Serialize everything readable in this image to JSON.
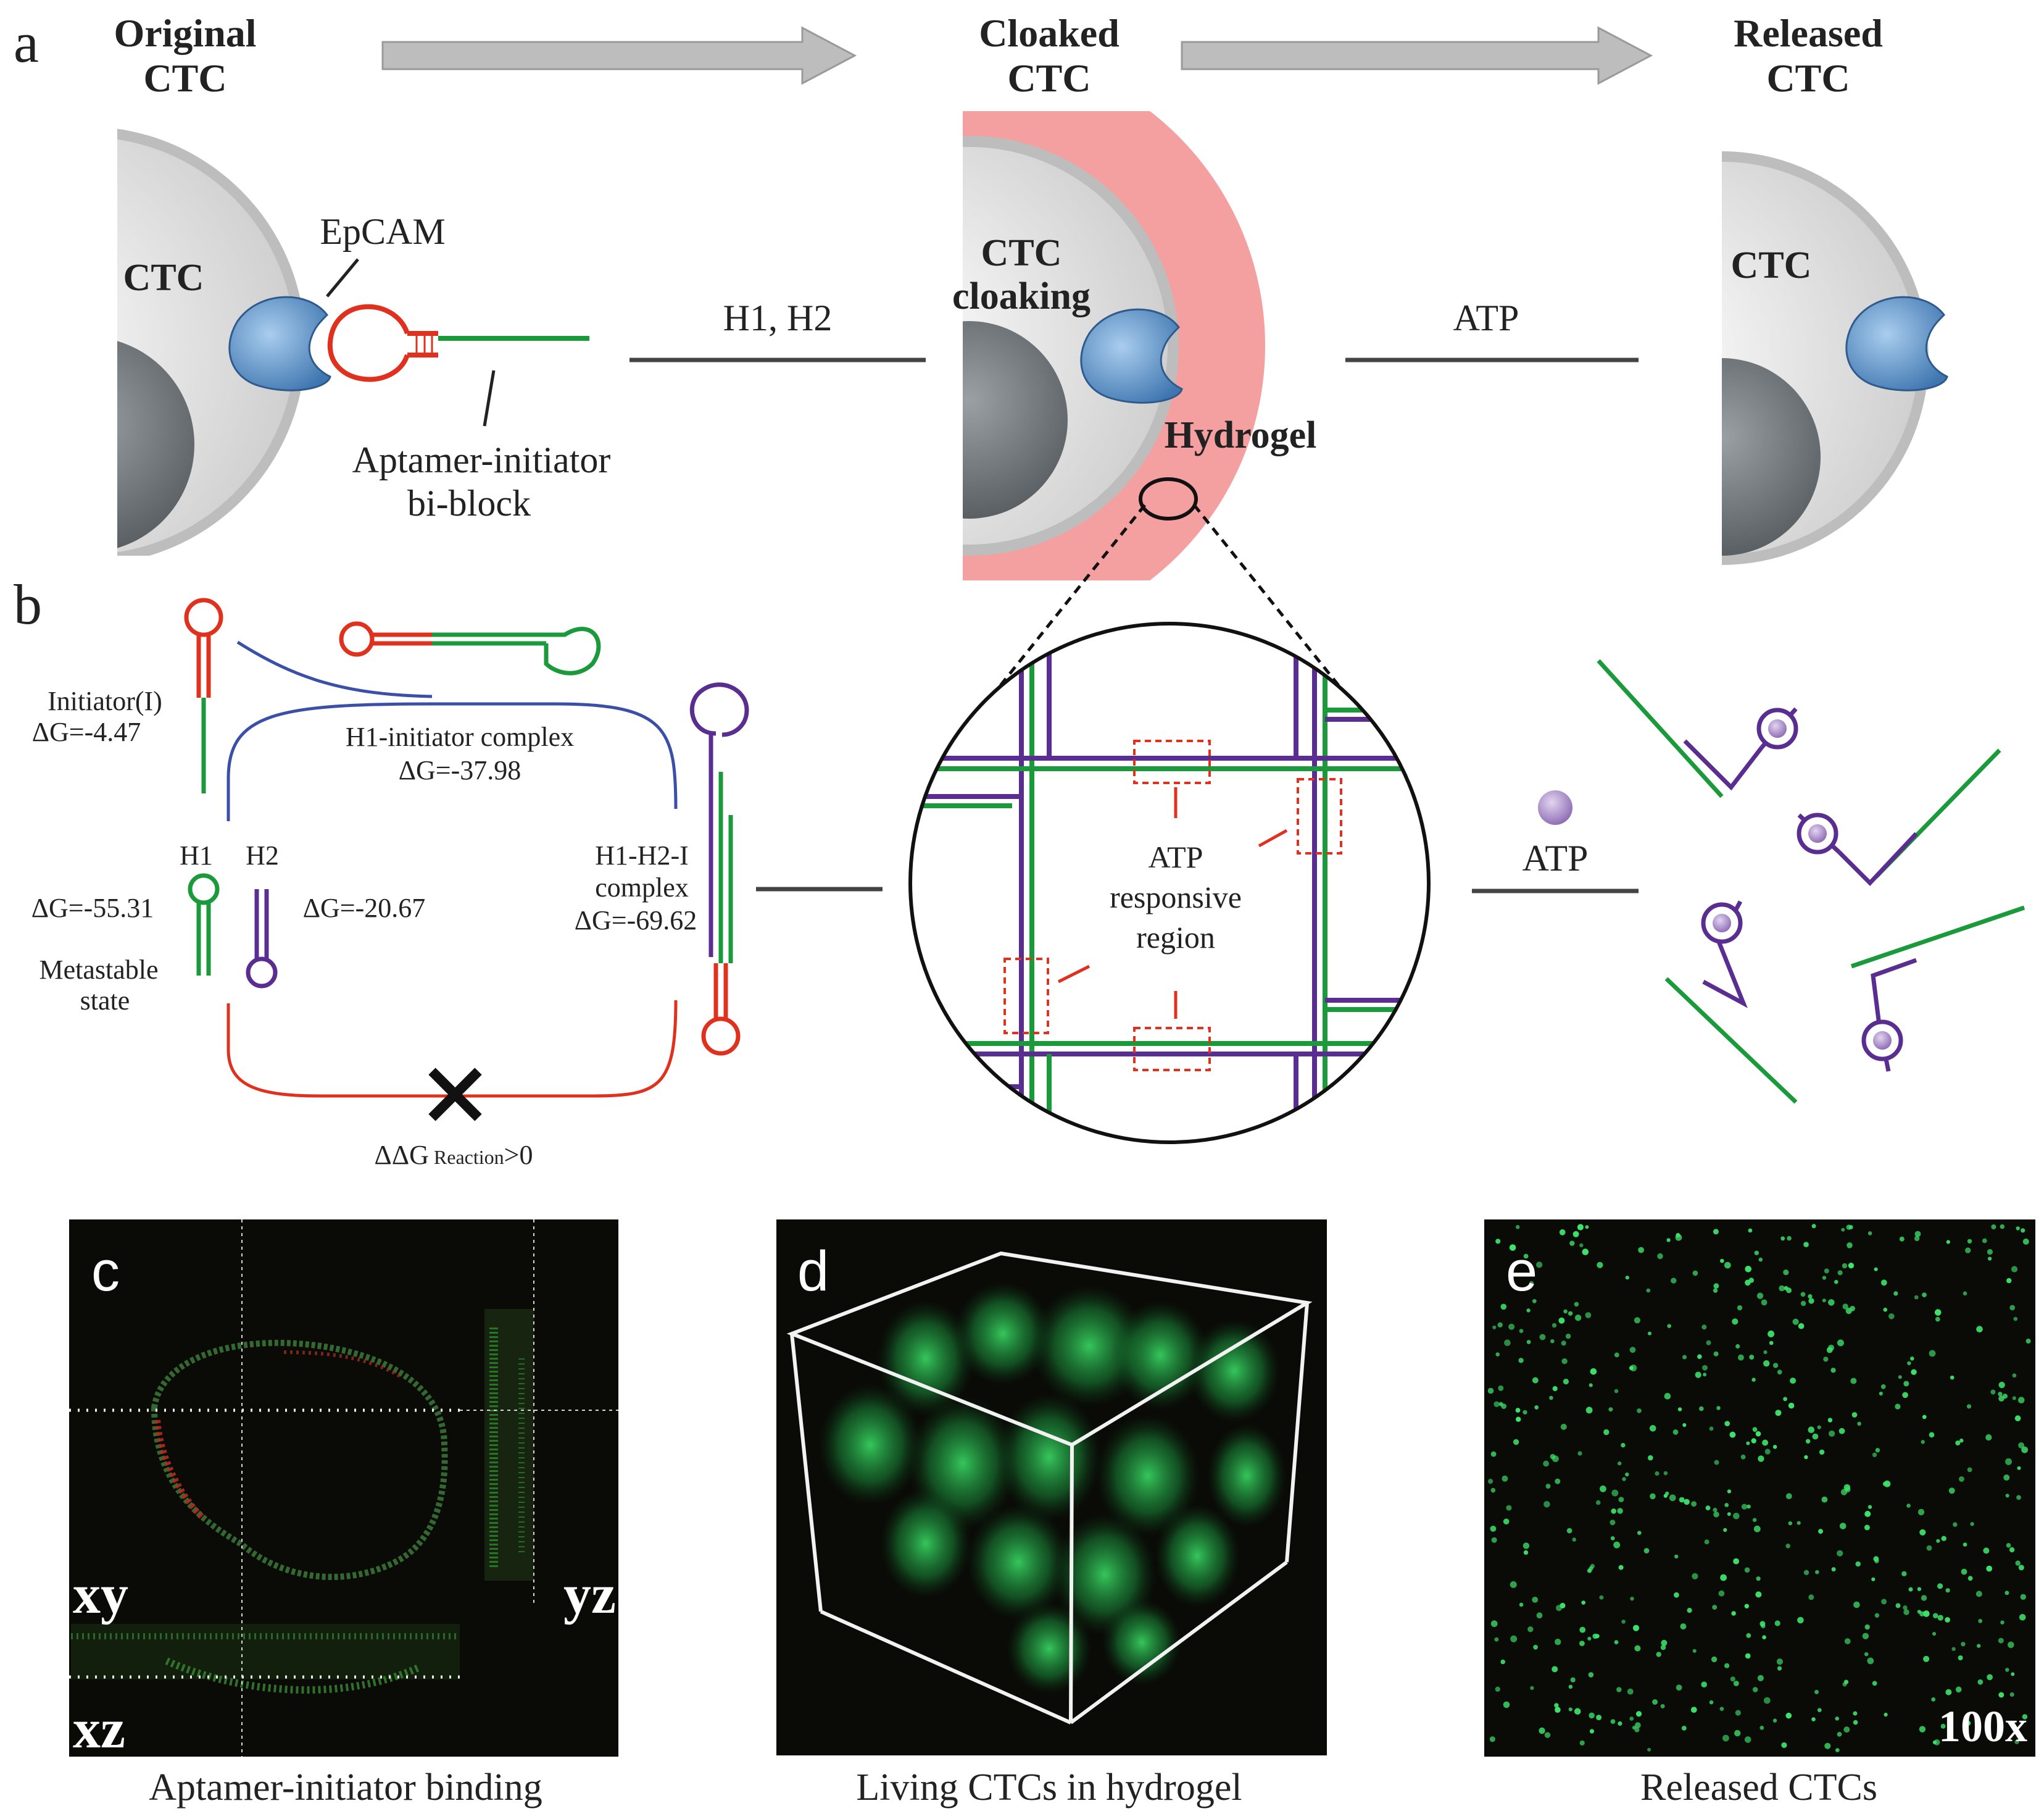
{
  "panel_a": {
    "letter": "a",
    "stages": [
      {
        "line1": "Original",
        "line2": "CTC"
      },
      {
        "line1": "Cloaked",
        "line2": "CTC"
      },
      {
        "line1": "Released",
        "line2": "CTC"
      }
    ],
    "cell_label": "CTC",
    "cloak_label_1": "CTC",
    "cloak_label_2": "cloaking",
    "epcam_label": "EpCAM",
    "aptamer_label_1": "Aptamer-initiator",
    "aptamer_label_2": "bi-block",
    "step1_label": "H1, H2",
    "step2_label": "ATP",
    "hydrogel_label": "Hydrogel",
    "colors": {
      "cloak": "#f4a0a0",
      "epcam": "#6a9fd0",
      "arrow": "#bdbdbd"
    }
  },
  "panel_b": {
    "letter": "b",
    "initiator_label": "Initiator(I)",
    "initiator_dg": "ΔG=-4.47",
    "h1_initiator_label": "H1-initiator complex",
    "h1_initiator_dg": "ΔG=-37.98",
    "h1_label": "H1",
    "h2_label": "H2",
    "h1_dg": "ΔG=-55.31",
    "h2_dg": "ΔG=-20.67",
    "metastable_1": "Metastable",
    "metastable_2": "state",
    "h1h2i_1": "H1-H2-I",
    "h1h2i_2": "complex",
    "h1h2i_dg": "ΔG=-69.62",
    "ddg_main": "ΔΔG",
    "ddg_sub": " Reaction",
    "ddg_tail": ">0",
    "atp_region_1": "ATP",
    "atp_region_2": "responsive",
    "atp_region_3": "region",
    "atp_label": "ATP",
    "colors": {
      "red": "#e0301e",
      "green": "#1a9a3a",
      "purple": "#5a2d91",
      "blue": "#3a4fa8",
      "atp": "#a98bc6"
    }
  },
  "panel_c": {
    "letter": "c",
    "xy": "xy",
    "yz": "yz",
    "xz": "xz",
    "caption": "Aptamer-initiator binding"
  },
  "panel_d": {
    "letter": "d",
    "caption": "Living CTCs  in hydrogel"
  },
  "panel_e": {
    "letter": "e",
    "magnification": "100x",
    "caption": "Released CTCs"
  }
}
